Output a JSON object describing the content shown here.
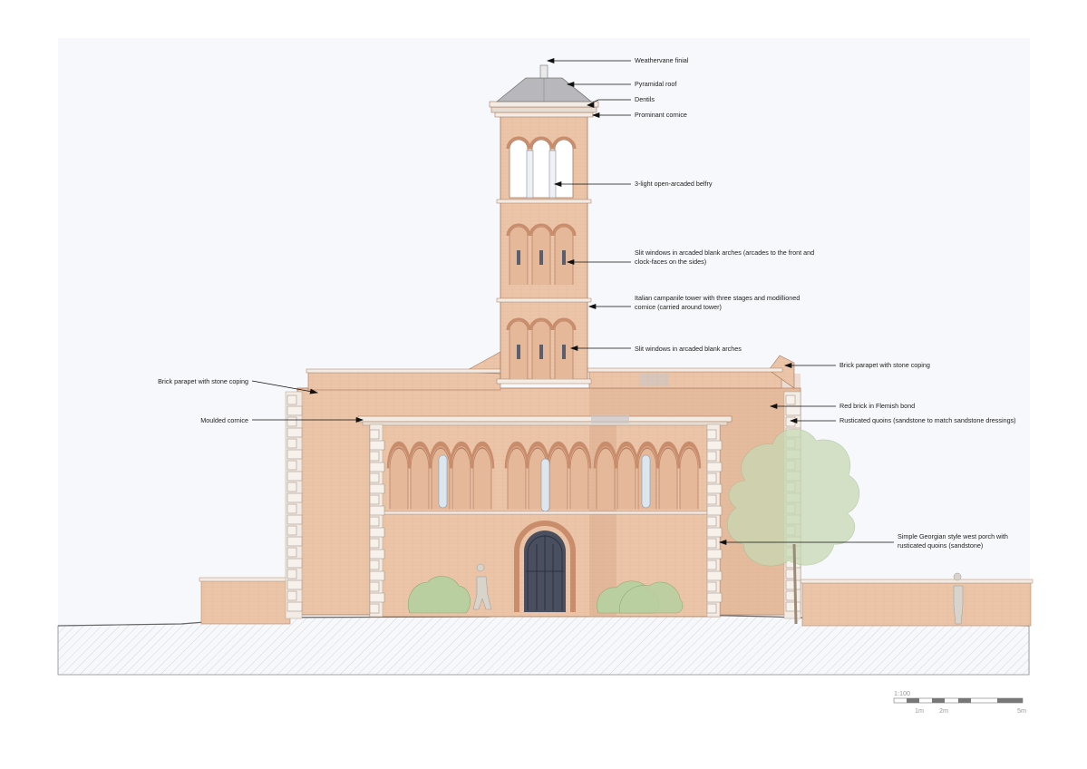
{
  "annotations": {
    "finial": "Weathervane finial",
    "roof": "Pyramidal roof",
    "dentils": "Dentils",
    "cornice_top": "Prominant cornice",
    "belfry": "3-light open-arcaded belfry",
    "slit_upper_1": "Slit windows in arcaded blank arches (arcades to the front and",
    "slit_upper_2": "clock-faces on the sides)",
    "campanile_1": "Italian campanile tower with three stages and modillioned",
    "campanile_2": "cornice (carried around tower)",
    "slit_lower": "Slit windows in arcaded blank arches",
    "parapet_right": "Brick parapet with stone coping",
    "parapet_left": "Brick parapet with stone coping",
    "red_brick": "Red brick in Flemish bond",
    "moulded_cornice": "Moulded cornice",
    "quoins": "Rusticated quoins (sandstone to match sandstone dressings)",
    "porch_1": "Simple Georgian style west porch with",
    "porch_2": "rusticated quoins (sandstone)"
  },
  "scale_bar": {
    "ratio": "1:100",
    "labels": [
      "1m",
      "2m",
      "5m"
    ]
  },
  "colors": {
    "brick": "#ecc5a8",
    "brick_shade": "#d9a989",
    "stone": "#f3ece4",
    "roof": "#b8b8bc",
    "ground": "#eeeeee",
    "foliage": "#b9cfa0",
    "tree": "#c8d9b4",
    "gate": "#4a4f60",
    "sheet": "#f7f8fb"
  }
}
